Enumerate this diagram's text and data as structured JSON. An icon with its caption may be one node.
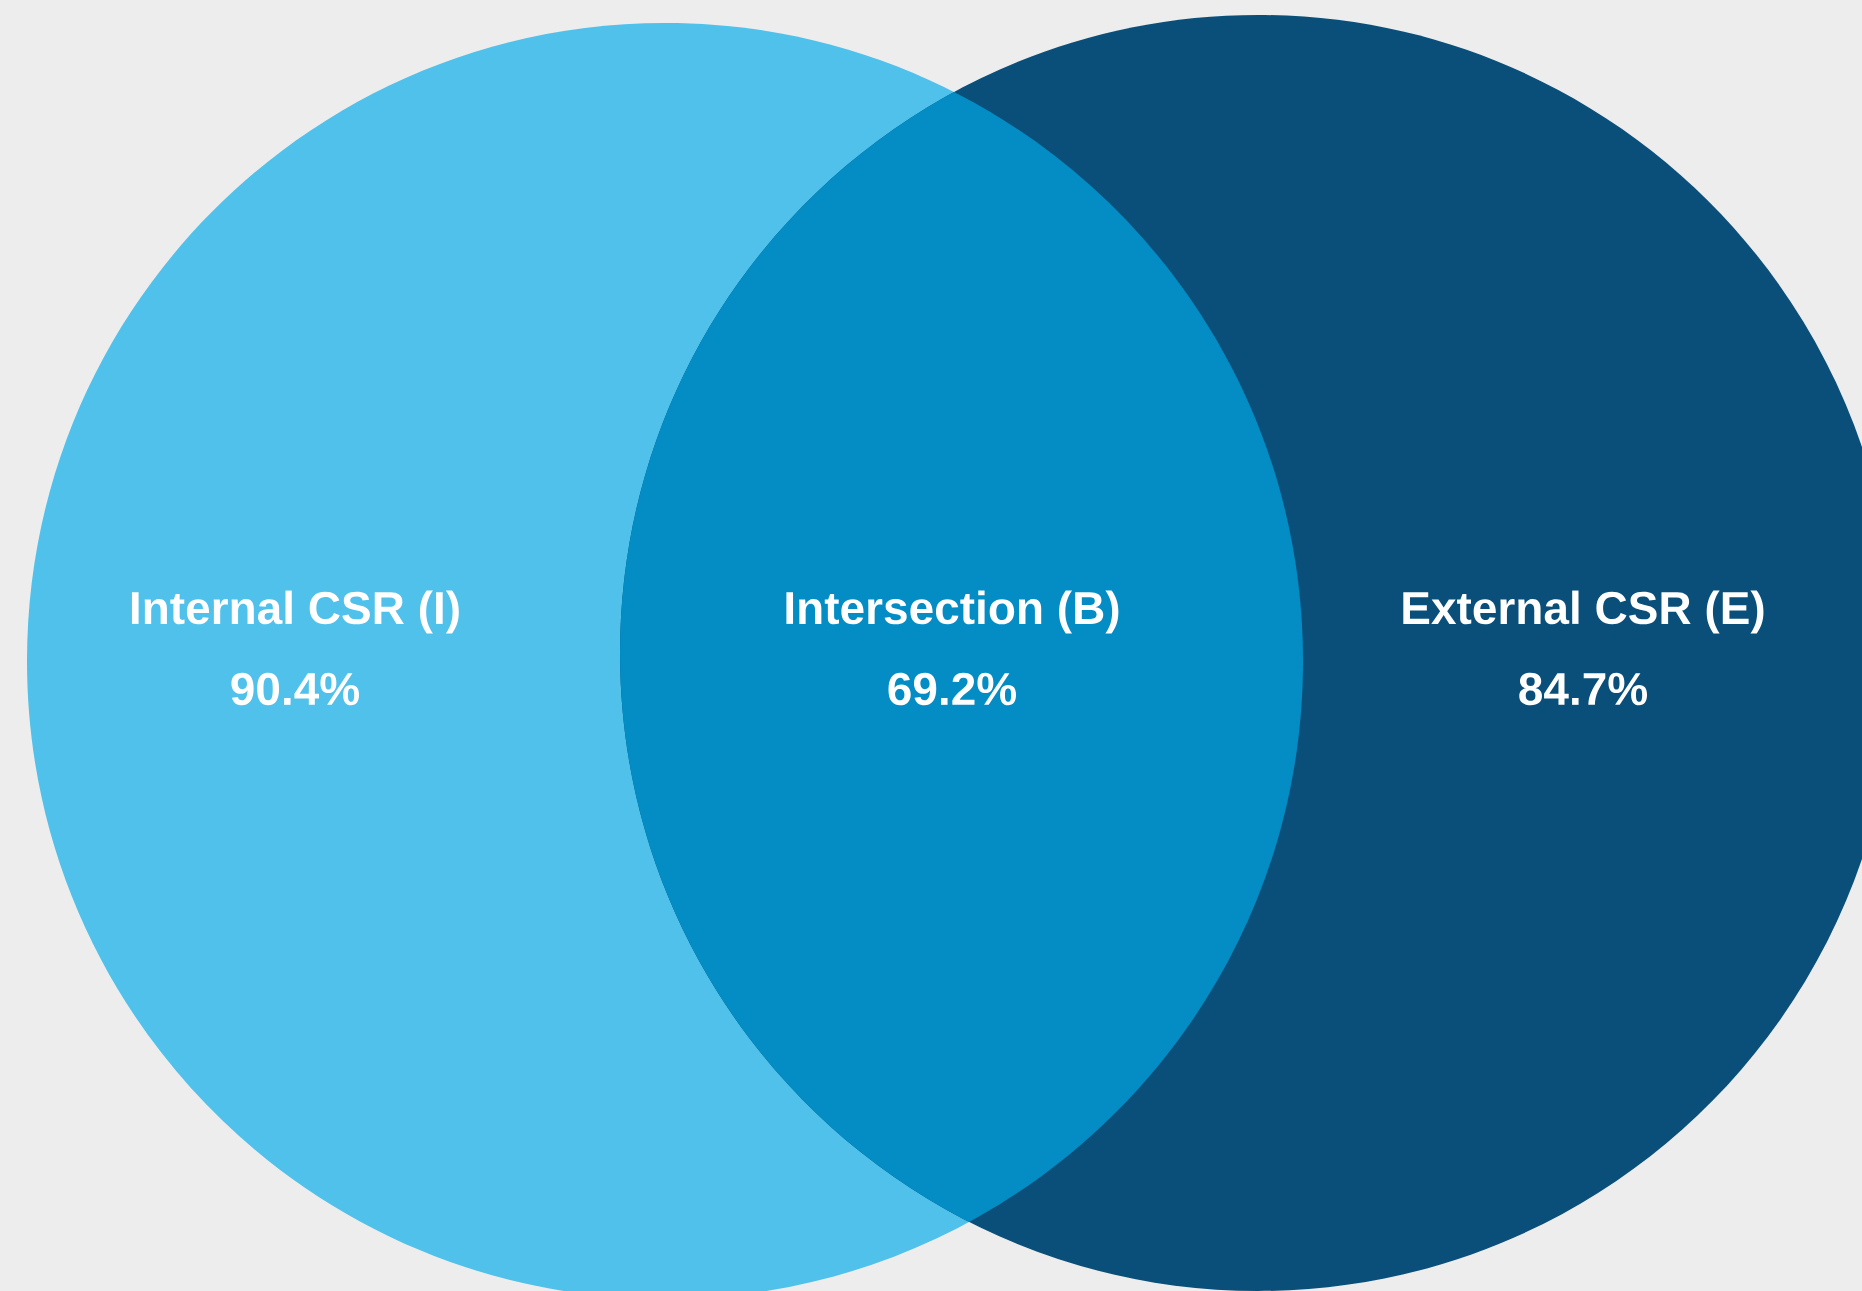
{
  "diagram": {
    "nodes": [
      {
        "text": [
          "Internal CSR (I)",
          "90.4%"
        ]
      },
      {
        "text": [
          "Intersection (B)",
          "69.2%"
        ]
      },
      {
        "text": [
          "External CSR (E)",
          "84.7%"
        ]
      }
    ]
  }
}
